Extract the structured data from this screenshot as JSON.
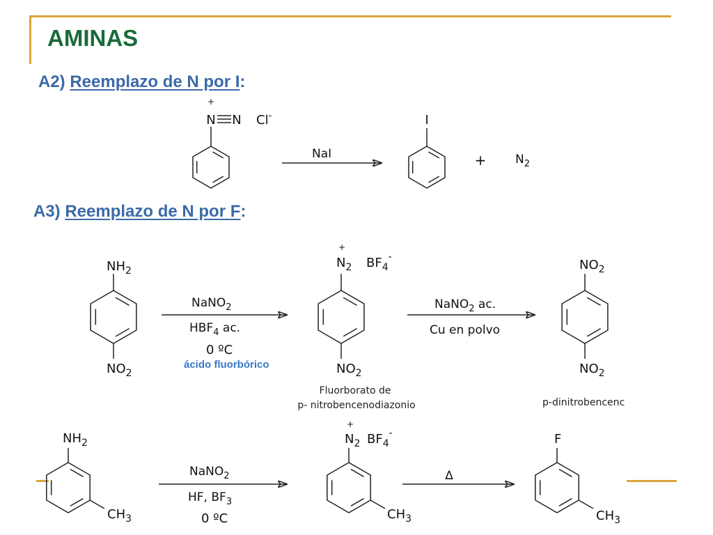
{
  "slide": {
    "title": "AMINAS",
    "section_a2": {
      "prefix": "A2) ",
      "underlined": "Reemplazo  de N por I",
      "suffix": ":"
    },
    "section_a3": {
      "prefix": "A3) ",
      "underlined": "Reemplazo de N por F",
      "suffix": ":"
    }
  },
  "reaction_a2": {
    "diazonium_charge": "+",
    "diazonium_n1": "N",
    "diazonium_n2": "N",
    "counterion": "Cl",
    "counterion_charge": "-",
    "reagent": "NaI",
    "product_substituent": "I",
    "plus_sign": "+",
    "byproduct_base": "N",
    "byproduct_sub": "2"
  },
  "reaction_a3_para": {
    "start_top": {
      "base": "NH",
      "sub": "2"
    },
    "start_bottom": {
      "base": "NO",
      "sub": "2"
    },
    "step1_reagent_1": {
      "base": "NaNO",
      "sub": "2"
    },
    "step1_reagent_2": {
      "pre": "HBF",
      "sub": "4",
      "post": " ac."
    },
    "step1_condition": "0 ºC",
    "step1_note": "ácido fluorbórico",
    "intermediate_charge": "+",
    "intermediate_top": {
      "base": "N",
      "sub": "2"
    },
    "intermediate_anion": {
      "base": "BF",
      "sub": "4",
      "sup": "-"
    },
    "intermediate_bottom": {
      "base": "NO",
      "sub": "2"
    },
    "intermediate_name_1": "Fluorborato de",
    "intermediate_name_2": "p- nitrobencenodiazonio",
    "step2_reagent_1": {
      "base": "NaNO",
      "sub": "2",
      "post": " ac."
    },
    "step2_reagent_2": "Cu en polvo",
    "product_top": {
      "base": "NO",
      "sub": "2"
    },
    "product_bottom": {
      "base": "NO",
      "sub": "2"
    },
    "product_name": "p-dinitrobencenc"
  },
  "reaction_a3_meta": {
    "start_top": {
      "base": "NH",
      "sub": "2"
    },
    "start_side": {
      "base": "CH",
      "sub": "3"
    },
    "step1_reagent_1": {
      "base": "NaNO",
      "sub": "2"
    },
    "step1_reagent_2": {
      "pre": "HF, BF",
      "sub": "3"
    },
    "step1_condition": "0 ºC",
    "intermediate_charge": "+",
    "intermediate_top": {
      "base": "N",
      "sub": "2"
    },
    "intermediate_anion": {
      "base": "BF",
      "sub": "4",
      "sup": "-"
    },
    "intermediate_side": {
      "base": "CH",
      "sub": "3"
    },
    "step2_reagent": "∆",
    "product_top": "F",
    "product_side": {
      "base": "CH",
      "sub": "3"
    }
  }
}
